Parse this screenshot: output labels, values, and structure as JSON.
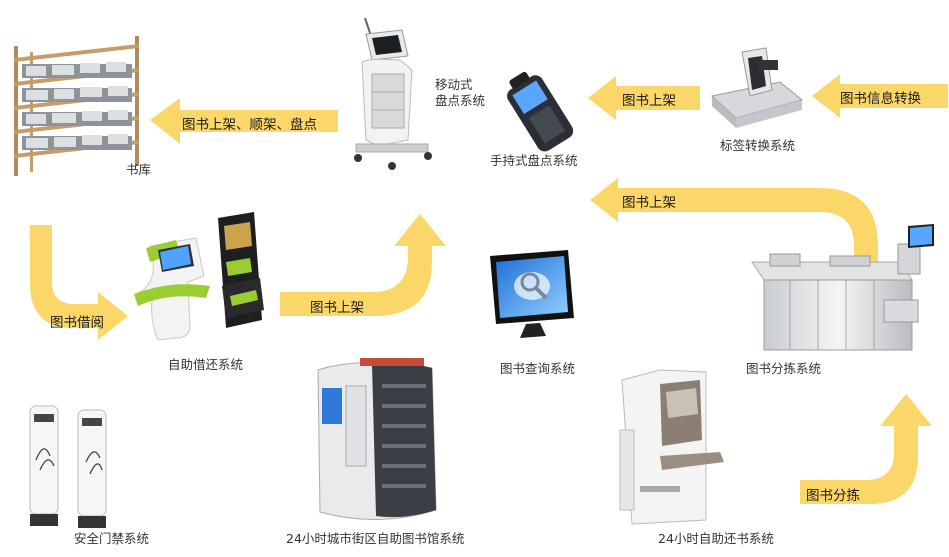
{
  "colors": {
    "arrow": "#fbd76a",
    "arrow_dark": "#f6c544",
    "text": "#333333"
  },
  "arrows": {
    "shelve_sort_inventory": "图书上架、顺架、盘点",
    "borrow": "图书借阅",
    "shelve_center": "图书上架",
    "shelve_right": "图书上架",
    "shelve_top": "图书上架",
    "info_convert": "图书信息转换",
    "sort": "图书分拣"
  },
  "devices": {
    "bookstore": "书库",
    "mobile_inventory_line1": "移动式",
    "mobile_inventory_line2": "盘点系统",
    "handheld": "手持式盘点系统",
    "tag_convert": "标签转换系统",
    "self_service": "自助借还系统",
    "query": "图书查询系统",
    "sorting": "图书分拣系统",
    "gate": "安全门禁系统",
    "city_library": "24小时城市街区自助图书馆系统",
    "return": "24小时自助还书系统"
  },
  "icons": [
    "bookshelf-icon",
    "mobile-cart-icon",
    "handheld-scanner-icon",
    "tag-converter-icon",
    "self-service-kiosk-icon",
    "query-monitor-icon",
    "sorting-machine-icon",
    "security-gate-icon",
    "city-library-icon",
    "return-machine-icon"
  ]
}
